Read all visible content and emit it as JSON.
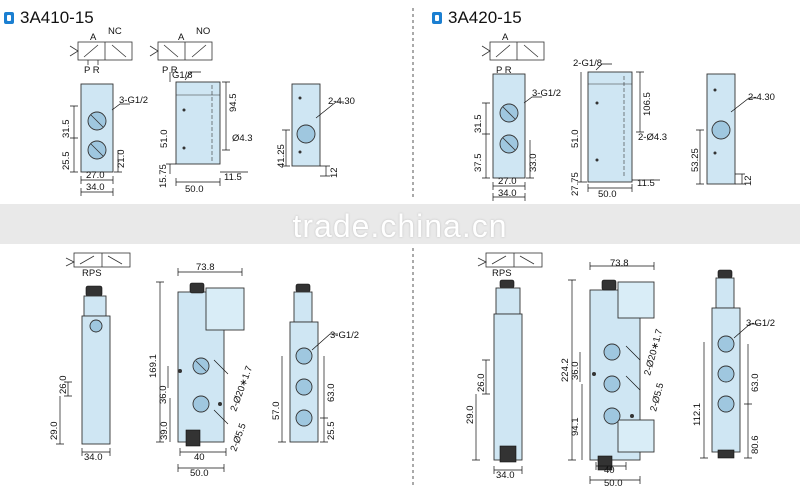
{
  "sections": {
    "left_title": "3A410-15",
    "right_title": "3A420-15"
  },
  "watermark": "trade.china.cn",
  "symbols": {
    "a_label": "A",
    "nc_label": "NC",
    "no_label": "NO",
    "pr_label": "P R",
    "rps_label": "RPS"
  },
  "dims": {
    "g18": "G1/8",
    "g18_2": "2-G1/8",
    "g12_3": "3-G1/2",
    "g12_3b": "3-G1/2",
    "g12_3c": "3-G1/2",
    "hole_2_430": "2-4.30",
    "hole_2_430b": "2-4.30",
    "d_43": "Ø4.3",
    "d_2_43": "2-Ø4.3",
    "d_1_255": "25.5",
    "d_1_315": "31.5",
    "d_1_210": "21.0",
    "d_1_270": "27.0",
    "d_1_340": "34.0",
    "d_1_945": "94.5",
    "d_1_510": "51.0",
    "d_1_1575": "15.75",
    "d_1_115": "11.5",
    "d_1_500": "50.0",
    "d_1_4125": "41.25",
    "d_1_12": "12",
    "d_2_375": "37.5",
    "d_2_315": "31.5",
    "d_2_330": "33.0",
    "d_2_270": "27.0",
    "d_2_340": "34.0",
    "d_2_1065": "106.5",
    "d_2_510": "51.0",
    "d_2_2775": "27.75",
    "d_2_115": "11.5",
    "d_2_500": "50.0",
    "d_2_5325": "53.25",
    "d_2_12": "12",
    "d_3_260": "26.0",
    "d_3_290": "29.0",
    "d_3_340": "34.0",
    "d_3_738": "73.8",
    "d_3_1691": "169.1",
    "d_3_360": "36.0",
    "d_3_390": "39.0",
    "d_3_2d20": "2-Ø20∗1.7",
    "d_3_2d55": "2-Ø5.5",
    "d_3_400": "40",
    "d_3_500": "50.0",
    "d_3_570": "57.0",
    "d_3_630": "63.0",
    "d_3_255": "25.5",
    "d_4_260": "26.0",
    "d_4_290": "29.0",
    "d_4_340": "34.0",
    "d_4_738": "73.8",
    "d_4_2242": "224.2",
    "d_4_360": "36.0",
    "d_4_941": "94.1",
    "d_4_2d20": "2-Ø20∗1.7",
    "d_4_2d55": "2-Ø5.5",
    "d_4_400": "40",
    "d_4_500": "50.0",
    "d_4_1121": "112.1",
    "d_4_630": "63.0",
    "d_4_806": "80.6"
  },
  "colors": {
    "body": "#cfe6f3",
    "accent": "#1b7fd1",
    "band": "#e9e9e9"
  }
}
